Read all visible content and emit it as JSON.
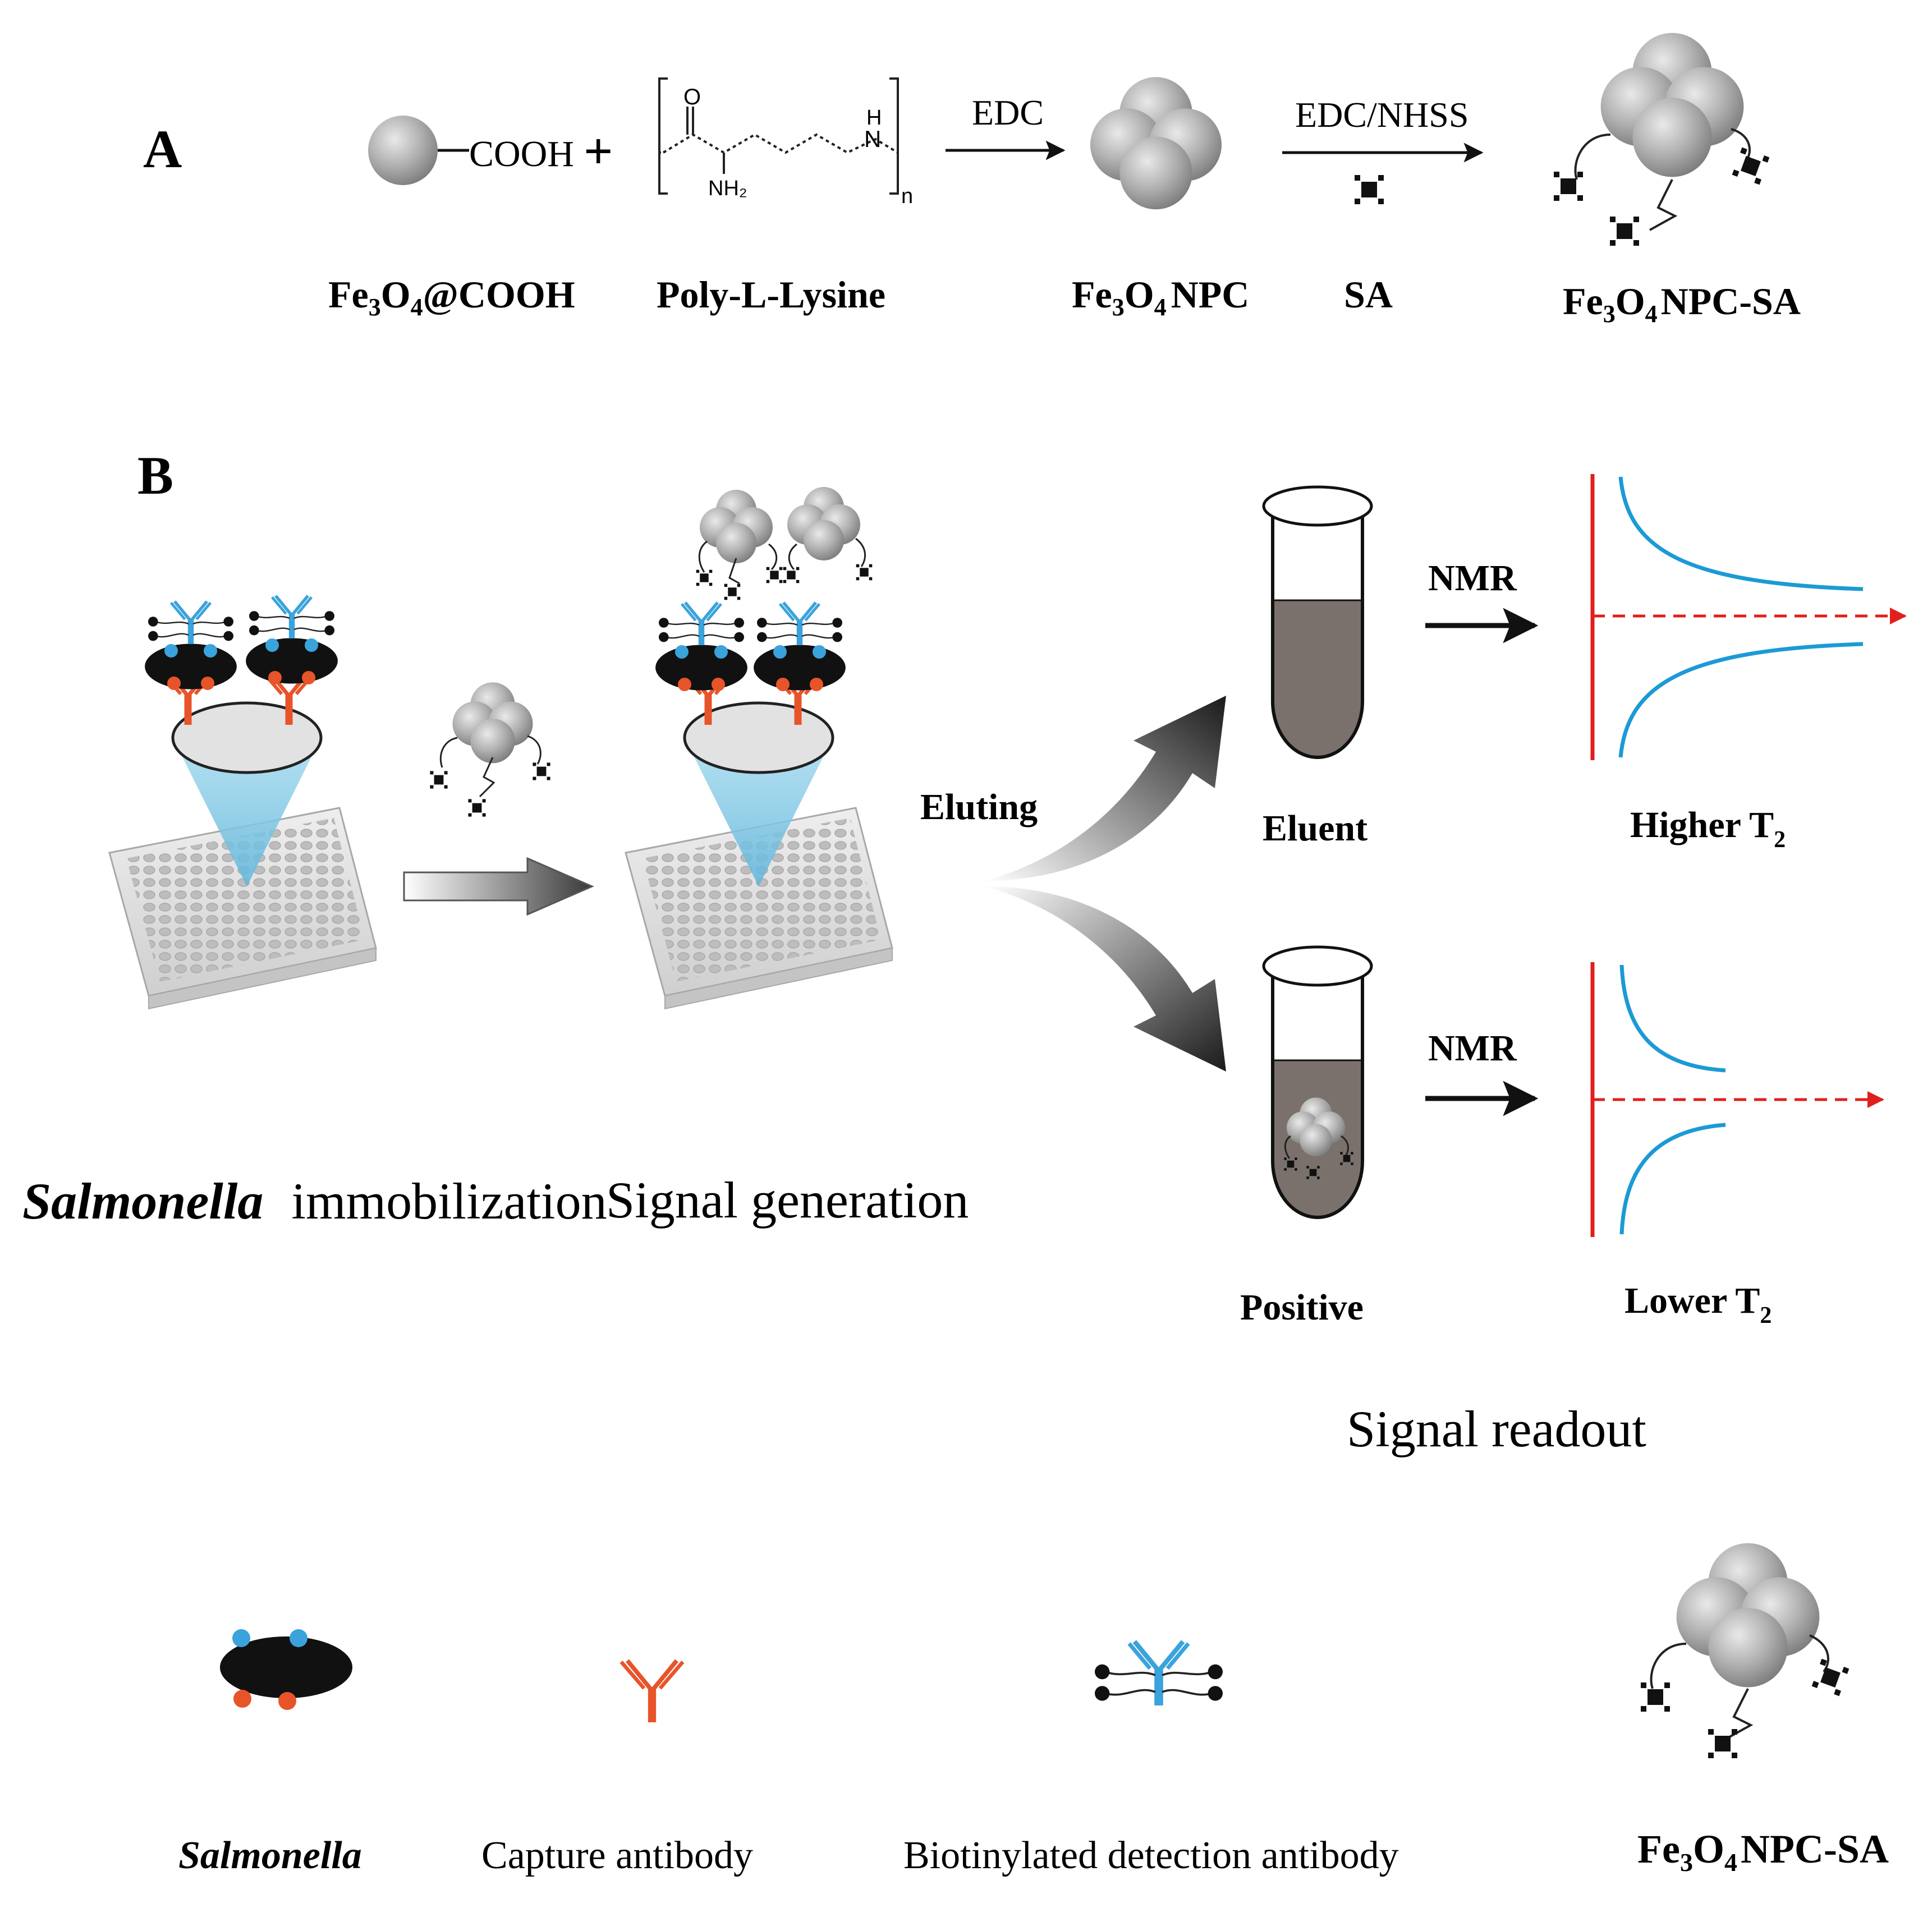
{
  "panelA": {
    "letter": "A",
    "cooh_group": "COOH",
    "plus": "+",
    "struct_O": "O",
    "struct_N": "N",
    "struct_H": "H",
    "struct_NH2": "NH₂",
    "struct_n": "n",
    "arrow1_label": "EDC",
    "arrow2_label": "EDC/NHSS",
    "labels": {
      "fe3o4_cooh": {
        "fe": "Fe",
        "s1": "3",
        "o": "O",
        "s2": "4",
        "rest": "@COOH"
      },
      "poly_lysine": "Poly-L-Lysine",
      "fe3o4_npc": {
        "fe": "Fe",
        "s1": "3",
        "o": "O",
        "s2": "4",
        "rest": "NPC"
      },
      "sa": "SA",
      "fe3o4_npc_sa": {
        "fe": "Fe",
        "s1": "3",
        "o": "O",
        "s2": "4",
        "rest": "NPC-SA"
      }
    }
  },
  "panelB": {
    "letter": "B",
    "eluting": "Eluting",
    "nmr_top": "NMR",
    "nmr_bottom": "NMR",
    "eluent": "Eluent",
    "positive": "Positive",
    "higher_t2": {
      "text": "Higher T",
      "sub": "2"
    },
    "lower_t2": {
      "text": "Lower T",
      "sub": "2"
    },
    "step1": {
      "italic": "Salmonella",
      "rest": "immobilization"
    },
    "step2": "Signal generation",
    "step3": "Signal readout"
  },
  "legend": {
    "salmonella": "Salmonella",
    "capture": "Capture antibody",
    "detection": "Biotinylated detection antibody",
    "npc_sa": {
      "fe": "Fe",
      "s1": "3",
      "o": "O",
      "s2": "4",
      "rest": "NPC-SA"
    }
  },
  "colors": {
    "capture_antibody": "#e8542a",
    "detection_antibody": "#3aa3dc",
    "nmr_axis": "#e0201c",
    "nmr_curve": "#1c9ad6",
    "tube_fill": "#7a716c",
    "tip_fill": "#8fcfe8"
  }
}
